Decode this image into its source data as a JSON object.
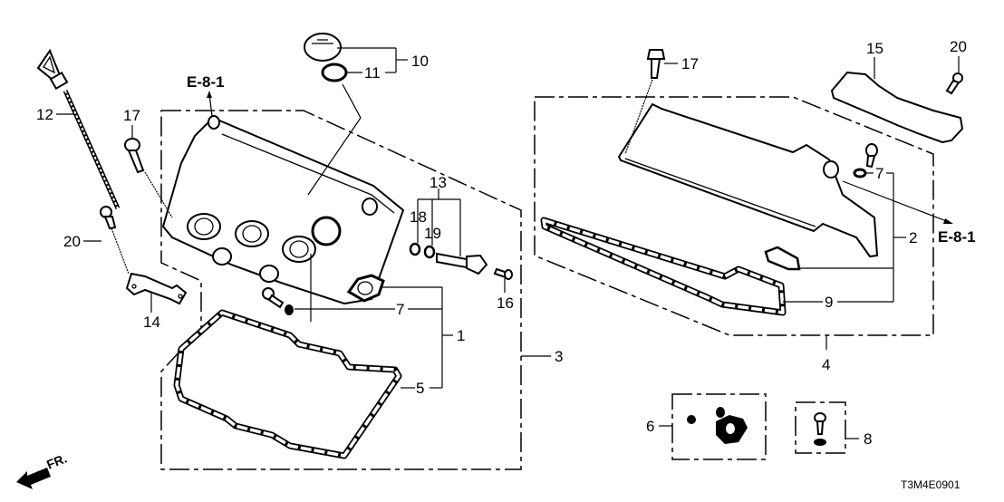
{
  "diagram": {
    "type": "exploded parts diagram",
    "drawing_code": "T3M4E0901",
    "direction_indicator": "FR.",
    "references": [
      {
        "id": "ref-left",
        "label": "E-8-1"
      },
      {
        "id": "ref-right",
        "label": "E-8-1"
      }
    ],
    "callouts": {
      "c1": "1",
      "c2": "2",
      "c3": "3",
      "c4": "4",
      "c5": "5",
      "c6": "6",
      "c7a": "7",
      "c7b": "7",
      "c8": "8",
      "c9": "9",
      "c10": "10",
      "c11": "11",
      "c12": "12",
      "c13": "13",
      "c14": "14",
      "c15": "15",
      "c16": "16",
      "c17a": "17",
      "c17b": "17",
      "c18": "18",
      "c19": "19",
      "c20a": "20",
      "c20b": "20"
    }
  }
}
